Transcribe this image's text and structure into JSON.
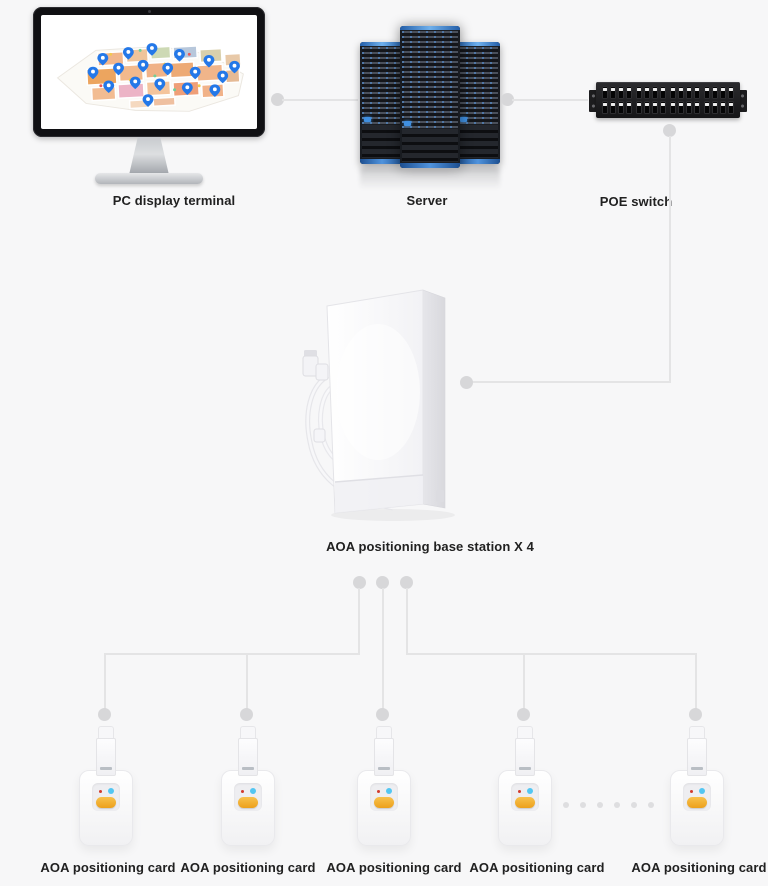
{
  "page": {
    "background": "#f7f7f8"
  },
  "palette": {
    "connector_line": "#e4e4e5",
    "connector_dot": "#d7d7d9",
    "label_color": "#212121",
    "map_pin_blue": "#2478e8",
    "server_accent_blue": "#4f93dd",
    "card_button_yellow": "#eda01c",
    "card_led_red": "#d23b2e",
    "card_led_blue": "#53c6f2"
  },
  "nodes": {
    "pc_terminal": {
      "label": "PC display terminal",
      "icon": "monitor-with-map-icon"
    },
    "server": {
      "label": "Server",
      "icon": "server-towers-icon"
    },
    "poe_switch": {
      "label": "POE switch",
      "icon": "patch-panel-icon"
    },
    "base_station": {
      "label": "AOA positioning base station X 4",
      "icon": "panel-antenna-icon"
    },
    "cards": [
      {
        "label": "AOA positioning card",
        "icon": "badge-card-icon"
      },
      {
        "label": "AOA positioning card",
        "icon": "badge-card-icon"
      },
      {
        "label": "AOA positioning card",
        "icon": "badge-card-icon"
      },
      {
        "label": "AOA positioning card",
        "icon": "badge-card-icon"
      },
      {
        "label": "AOA positioning card",
        "icon": "badge-card-icon"
      }
    ]
  },
  "connectors": {
    "ellipsis_dot_count": 6
  }
}
